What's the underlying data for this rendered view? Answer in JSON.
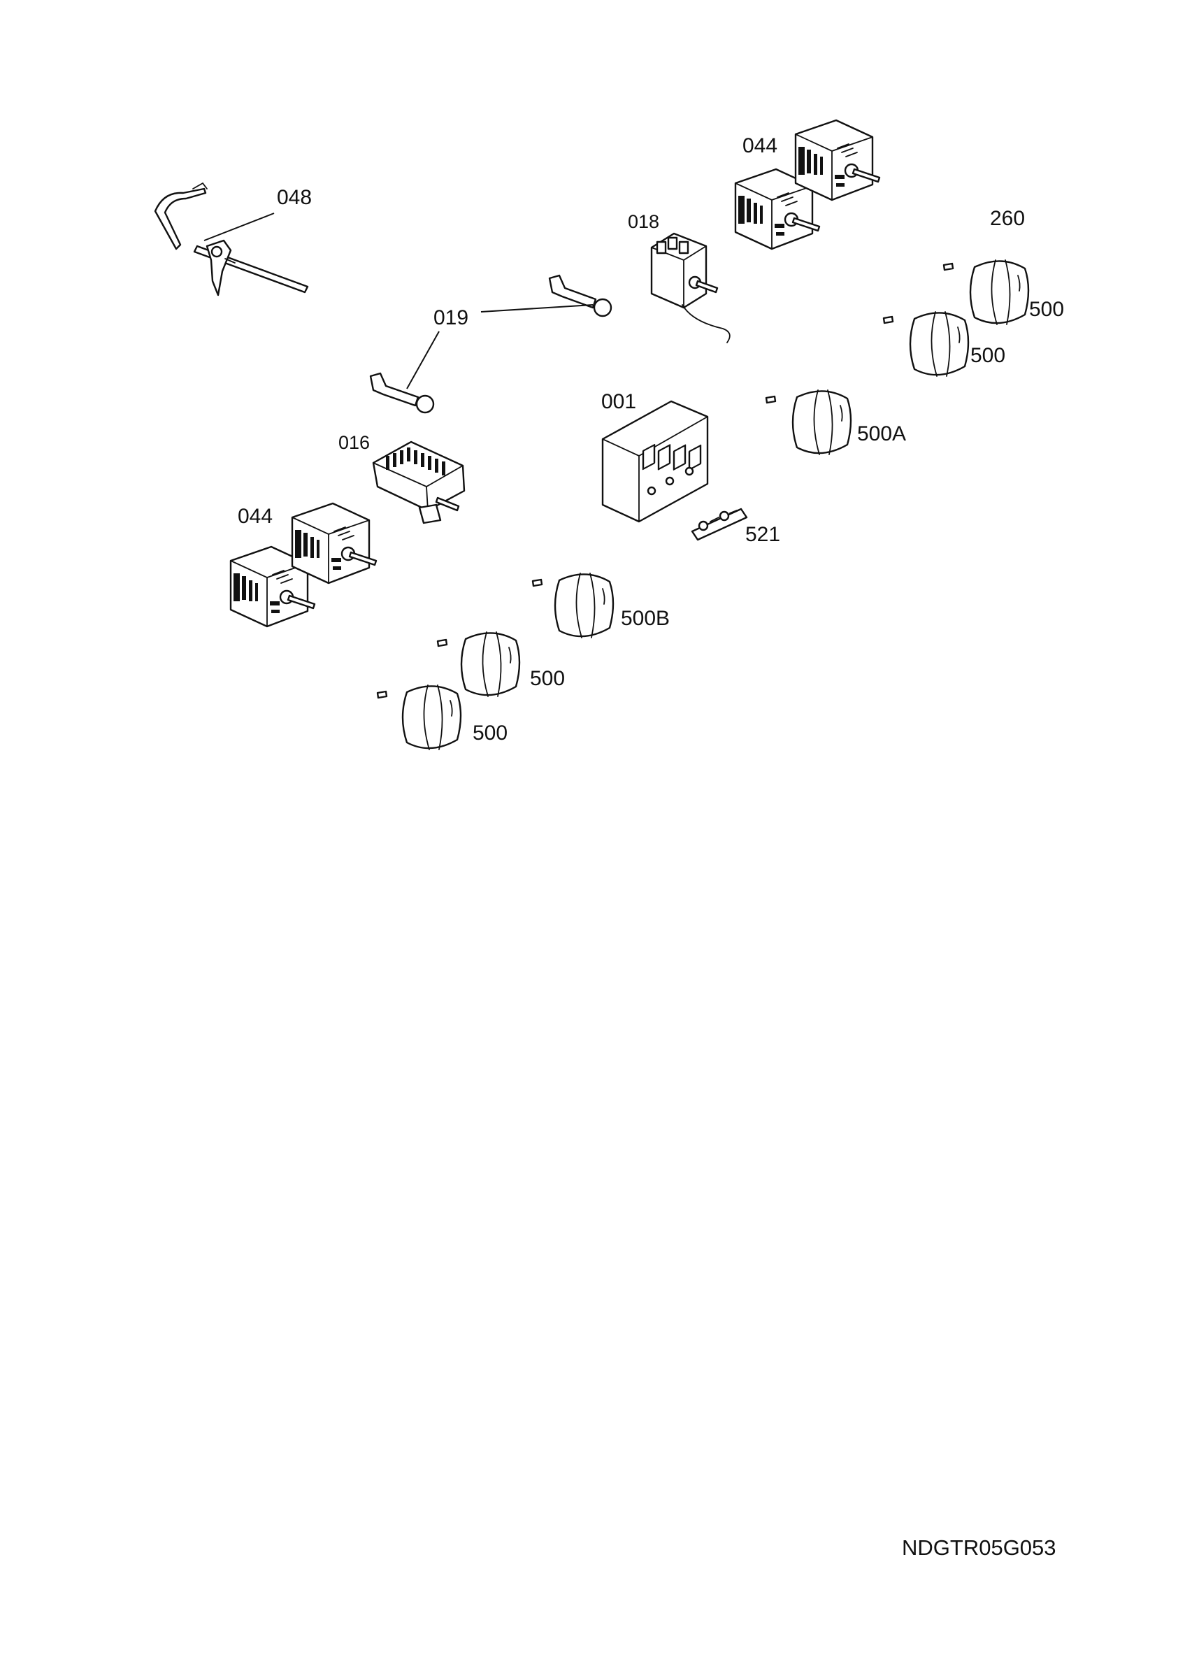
{
  "diagram": {
    "code": "NDGTR05G053",
    "labels": {
      "p048": "048",
      "p044_top": "044",
      "p018": "018",
      "p260": "260",
      "p019": "019",
      "p500_r1": "500",
      "p500_r2": "500",
      "p001": "001",
      "p500A": "500A",
      "p016": "016",
      "p521": "521",
      "p044_left": "044",
      "p500B": "500B",
      "p500_b1": "500",
      "p500_b2": "500"
    }
  }
}
